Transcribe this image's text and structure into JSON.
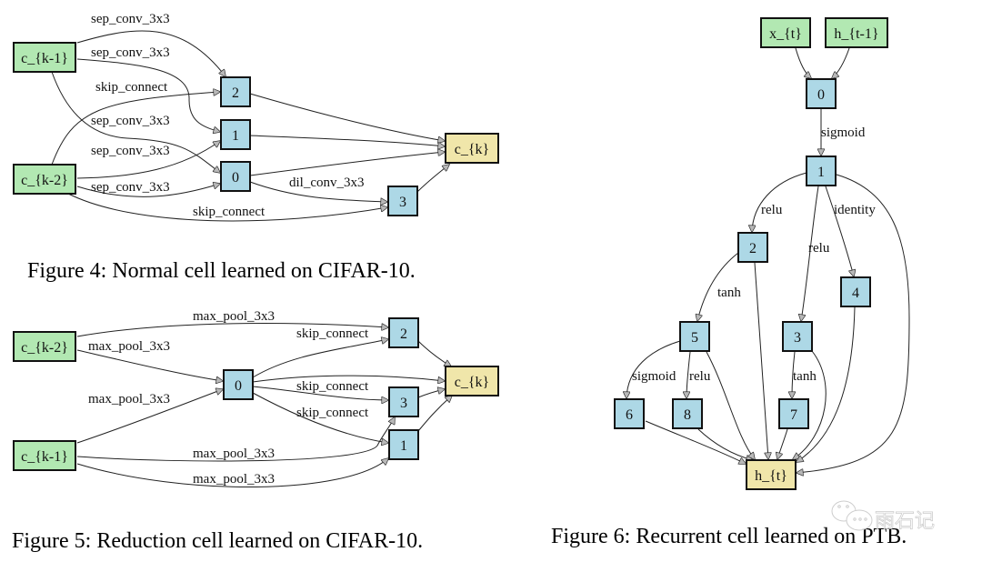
{
  "colors": {
    "input": "#b2e8b2",
    "intermediate": "#add8e6",
    "output": "#f0e6aa",
    "edge": "#222222",
    "arrowhead": "#b8b8b8"
  },
  "figures": [
    {
      "id": "fig4",
      "caption": "Figure 4: Normal cell learned on CIFAR-10.",
      "nodes": [
        {
          "id": "ck1",
          "label": "c_{k-1}",
          "kind": "input"
        },
        {
          "id": "ck2",
          "label": "c_{k-2}",
          "kind": "input"
        },
        {
          "id": "n0",
          "label": "0",
          "kind": "intermediate"
        },
        {
          "id": "n1",
          "label": "1",
          "kind": "intermediate"
        },
        {
          "id": "n2",
          "label": "2",
          "kind": "intermediate"
        },
        {
          "id": "n3",
          "label": "3",
          "kind": "intermediate"
        },
        {
          "id": "ck",
          "label": "c_{k}",
          "kind": "output"
        }
      ],
      "edges": [
        {
          "from": "ck1",
          "to": "n2",
          "label": "sep_conv_3x3"
        },
        {
          "from": "ck1",
          "to": "n1",
          "label": "sep_conv_3x3"
        },
        {
          "from": "ck2",
          "to": "n2",
          "label": "skip_connect"
        },
        {
          "from": "ck1",
          "to": "n0",
          "label": "sep_conv_3x3"
        },
        {
          "from": "ck2",
          "to": "n1",
          "label": "sep_conv_3x3"
        },
        {
          "from": "ck2",
          "to": "n0",
          "label": "sep_conv_3x3"
        },
        {
          "from": "n0",
          "to": "n3",
          "label": "dil_conv_3x3"
        },
        {
          "from": "ck2",
          "to": "n3",
          "label": "skip_connect"
        },
        {
          "from": "n2",
          "to": "ck",
          "label": ""
        },
        {
          "from": "n1",
          "to": "ck",
          "label": ""
        },
        {
          "from": "n0",
          "to": "ck",
          "label": ""
        },
        {
          "from": "n3",
          "to": "ck",
          "label": ""
        }
      ]
    },
    {
      "id": "fig5",
      "caption": "Figure 5: Reduction cell learned on CIFAR-10.",
      "nodes": [
        {
          "id": "ck2",
          "label": "c_{k-2}",
          "kind": "input"
        },
        {
          "id": "ck1",
          "label": "c_{k-1}",
          "kind": "input"
        },
        {
          "id": "n0",
          "label": "0",
          "kind": "intermediate"
        },
        {
          "id": "n1",
          "label": "1",
          "kind": "intermediate"
        },
        {
          "id": "n2",
          "label": "2",
          "kind": "intermediate"
        },
        {
          "id": "n3",
          "label": "3",
          "kind": "intermediate"
        },
        {
          "id": "ck",
          "label": "c_{k}",
          "kind": "output"
        }
      ],
      "edges": [
        {
          "from": "ck2",
          "to": "n2",
          "label": "max_pool_3x3"
        },
        {
          "from": "ck2",
          "to": "n0",
          "label": "max_pool_3x3"
        },
        {
          "from": "ck1",
          "to": "n0",
          "label": "max_pool_3x3"
        },
        {
          "from": "n0",
          "to": "n2",
          "label": "skip_connect"
        },
        {
          "from": "n0",
          "to": "n3",
          "label": "skip_connect"
        },
        {
          "from": "n0",
          "to": "n1",
          "label": "skip_connect"
        },
        {
          "from": "ck1",
          "to": "n3",
          "label": "max_pool_3x3"
        },
        {
          "from": "ck1",
          "to": "n1",
          "label": "max_pool_3x3"
        },
        {
          "from": "n0",
          "to": "ck",
          "label": ""
        },
        {
          "from": "n2",
          "to": "ck",
          "label": ""
        },
        {
          "from": "n3",
          "to": "ck",
          "label": ""
        },
        {
          "from": "n1",
          "to": "ck",
          "label": ""
        }
      ]
    },
    {
      "id": "fig6",
      "caption": "Figure 6: Recurrent cell learned on PTB.",
      "nodes": [
        {
          "id": "xt",
          "label": "x_{t}",
          "kind": "input"
        },
        {
          "id": "ht1",
          "label": "h_{t-1}",
          "kind": "input"
        },
        {
          "id": "n0",
          "label": "0",
          "kind": "intermediate"
        },
        {
          "id": "n1",
          "label": "1",
          "kind": "intermediate"
        },
        {
          "id": "n2",
          "label": "2",
          "kind": "intermediate"
        },
        {
          "id": "n3",
          "label": "3",
          "kind": "intermediate"
        },
        {
          "id": "n4",
          "label": "4",
          "kind": "intermediate"
        },
        {
          "id": "n5",
          "label": "5",
          "kind": "intermediate"
        },
        {
          "id": "n6",
          "label": "6",
          "kind": "intermediate"
        },
        {
          "id": "n7",
          "label": "7",
          "kind": "intermediate"
        },
        {
          "id": "n8",
          "label": "8",
          "kind": "intermediate"
        },
        {
          "id": "ht",
          "label": "h_{t}",
          "kind": "output"
        }
      ],
      "edges": [
        {
          "from": "xt",
          "to": "n0",
          "label": ""
        },
        {
          "from": "ht1",
          "to": "n0",
          "label": ""
        },
        {
          "from": "n0",
          "to": "n1",
          "label": "sigmoid"
        },
        {
          "from": "n1",
          "to": "n2",
          "label": "relu"
        },
        {
          "from": "n1",
          "to": "n3",
          "label": "relu"
        },
        {
          "from": "n1",
          "to": "n4",
          "label": "identity"
        },
        {
          "from": "n2",
          "to": "n5",
          "label": "tanh"
        },
        {
          "from": "n5",
          "to": "n6",
          "label": "sigmoid"
        },
        {
          "from": "n5",
          "to": "n8",
          "label": "relu"
        },
        {
          "from": "n3",
          "to": "n7",
          "label": "tanh"
        },
        {
          "from": "n6",
          "to": "ht",
          "label": ""
        },
        {
          "from": "n8",
          "to": "ht",
          "label": ""
        },
        {
          "from": "n5",
          "to": "ht",
          "label": ""
        },
        {
          "from": "n2",
          "to": "ht",
          "label": ""
        },
        {
          "from": "n7",
          "to": "ht",
          "label": ""
        },
        {
          "from": "n3",
          "to": "ht",
          "label": ""
        },
        {
          "from": "n4",
          "to": "ht",
          "label": ""
        },
        {
          "from": "n1",
          "to": "ht",
          "label": ""
        }
      ]
    }
  ],
  "watermark": {
    "icon": "wechat-icon",
    "text": "雨石记"
  }
}
